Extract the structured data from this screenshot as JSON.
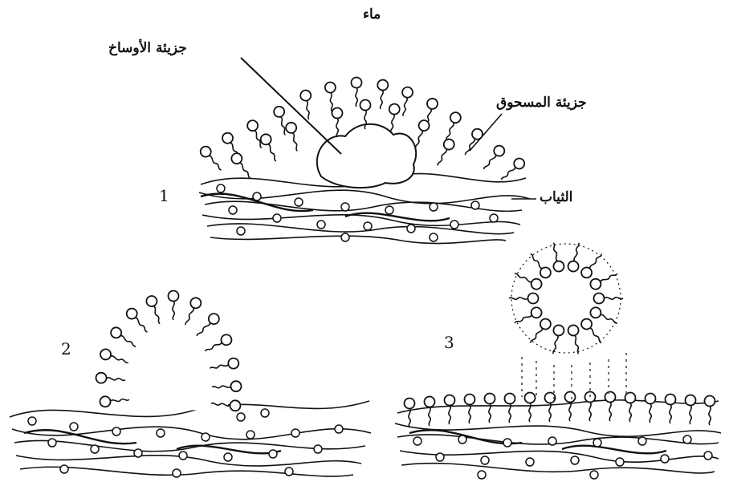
{
  "labels": {
    "water": "ماء",
    "dirt_particle": "جزيئة الأوساخ",
    "powder_particle": "جزيئة المسحوق",
    "fabric": "الثياب"
  },
  "stages": [
    {
      "number": "1"
    },
    {
      "number": "2"
    },
    {
      "number": "3"
    }
  ],
  "colors": {
    "ink": "#111111",
    "background": "#ffffff"
  }
}
